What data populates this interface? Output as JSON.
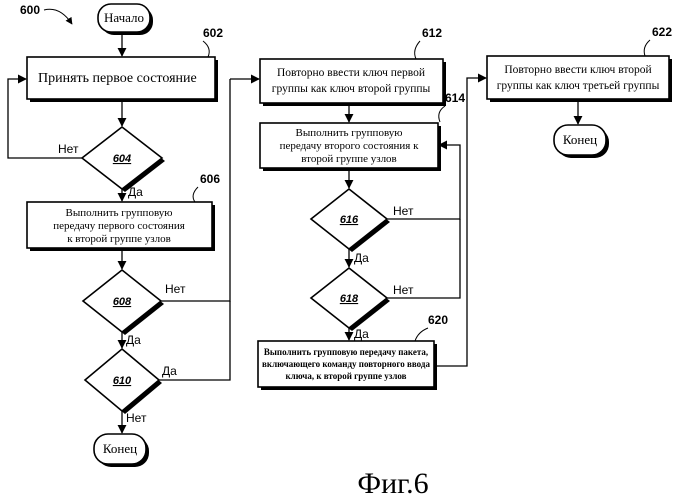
{
  "figure": {
    "number": "600",
    "caption": "Фиг.6"
  },
  "nodes": {
    "start": {
      "label": "Начало"
    },
    "n602": {
      "ref": "602",
      "lines": [
        "Принять первое состояние"
      ]
    },
    "n604": {
      "ref": "604"
    },
    "n606": {
      "ref": "606",
      "lines": [
        "Выполнить групповую",
        "передачу первого состояния",
        "к второй группе узлов"
      ]
    },
    "n608": {
      "ref": "608"
    },
    "n610": {
      "ref": "610"
    },
    "end1": {
      "label": "Конец"
    },
    "n612": {
      "ref": "612",
      "lines": [
        "Повторно ввести ключ первой",
        "группы как ключ второй группы"
      ]
    },
    "n614": {
      "ref": "614",
      "lines": [
        "Выполнить групповую",
        "передачу второго состояния к",
        "второй группе узлов"
      ]
    },
    "n616": {
      "ref": "616"
    },
    "n618": {
      "ref": "618"
    },
    "n620": {
      "ref": "620",
      "lines": [
        "Выполнить групповую передачу пакета,",
        "включающего команду повторного ввода",
        "ключа, к второй группе узлов"
      ]
    },
    "n622": {
      "ref": "622",
      "lines": [
        "Повторно ввести ключ второй",
        "группы как ключ третьей группы"
      ]
    },
    "end2": {
      "label": "Конец"
    }
  },
  "edge_labels": {
    "e604_no": "Нет",
    "e604_yes": "Да",
    "e608_no": "Нет",
    "e608_yes": "Да",
    "e610_yes": "Да",
    "e610_no": "Нет",
    "e616_no": "Нет",
    "e616_yes": "Да",
    "e618_no": "Нет",
    "e618_yes": "Да"
  }
}
